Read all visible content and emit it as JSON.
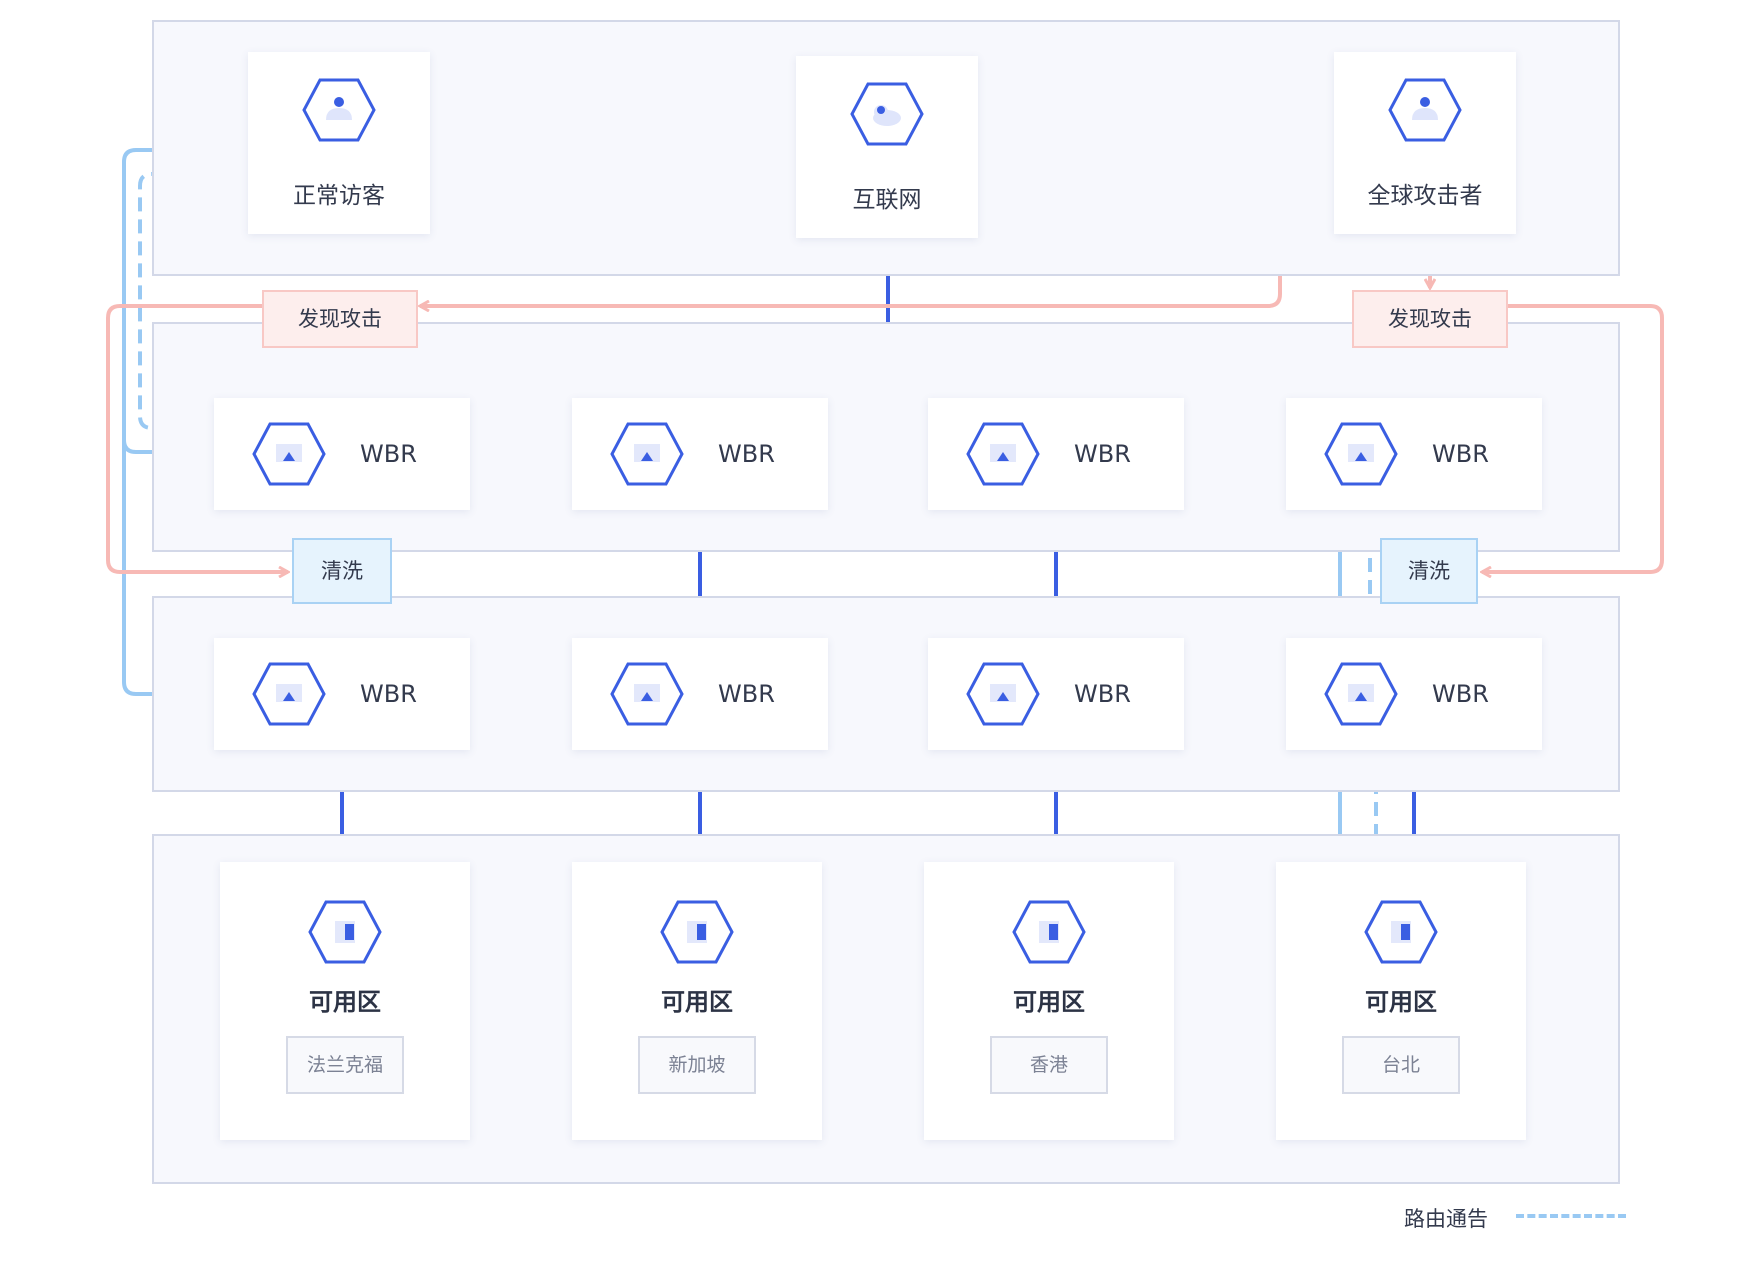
{
  "colors": {
    "primary_line": "#3a5ee2",
    "route_line": "#99c9f3",
    "attack_line": "#f7b9b5",
    "icon_stroke": "#3a5ee2"
  },
  "sources": {
    "visitor": {
      "label": "正常访客",
      "icon": "user-icon"
    },
    "internet": {
      "label": "互联网",
      "icon": "cloud-icon"
    },
    "attacker": {
      "label": "全球攻击者",
      "icon": "user-icon"
    }
  },
  "tags": {
    "detect_left": "发现攻击",
    "detect_right": "发现攻击",
    "clean_left": "清洗",
    "clean_right": "清洗"
  },
  "wbr_label": "WBR",
  "zones": [
    {
      "label": "可用区",
      "city": "法兰克福",
      "icon": "server-icon"
    },
    {
      "label": "可用区",
      "city": "新加坡",
      "icon": "server-icon"
    },
    {
      "label": "可用区",
      "city": "香港",
      "icon": "server-icon"
    },
    {
      "label": "可用区",
      "city": "台北",
      "icon": "server-icon"
    }
  ],
  "legend": {
    "route_announcement": "路由通告"
  }
}
